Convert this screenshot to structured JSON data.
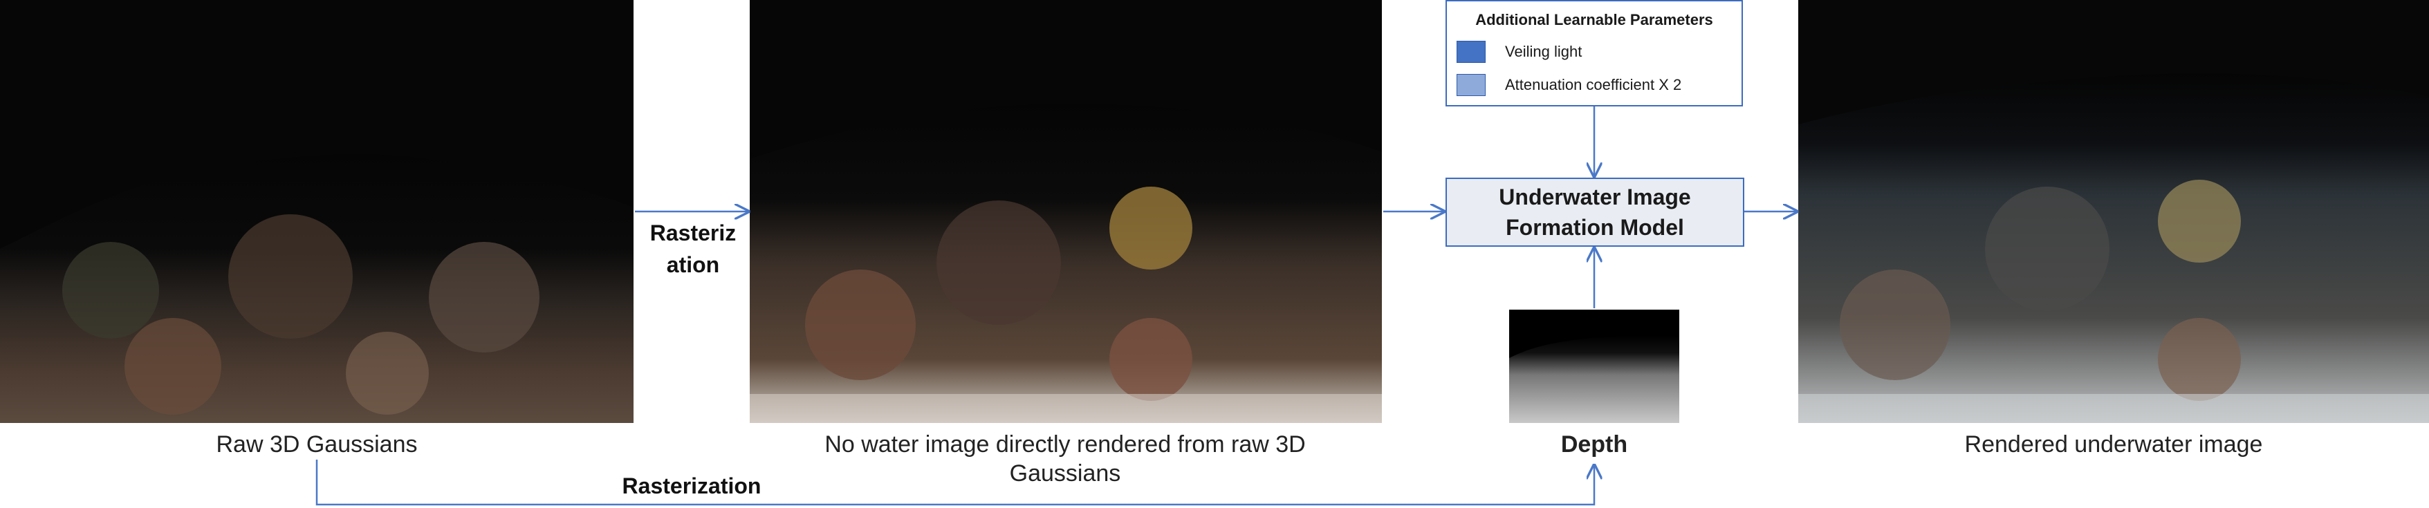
{
  "images": {
    "raw_gaussians": {
      "caption": "Raw 3D Gaussians"
    },
    "no_water": {
      "caption": "No water image directly rendered from raw 3D Gaussians"
    },
    "depth": {
      "caption": "Depth"
    },
    "rendered": {
      "caption": "Rendered underwater image"
    }
  },
  "edges": {
    "rasterization_top": "Rasteriz ation",
    "rasterization_bottom": "Rasterization"
  },
  "legend": {
    "title": "Additional Learnable Parameters",
    "items": [
      {
        "label": "Veiling light",
        "color": "#4472c4"
      },
      {
        "label": "Attenuation coefficient X 2",
        "color": "#8eaadb"
      }
    ]
  },
  "model_box": {
    "label": "Underwater Image Formation Model"
  },
  "colors": {
    "arrow": "#4a78c8",
    "box_border": "#3c6cc0",
    "box_fill": "#e9edf3"
  }
}
